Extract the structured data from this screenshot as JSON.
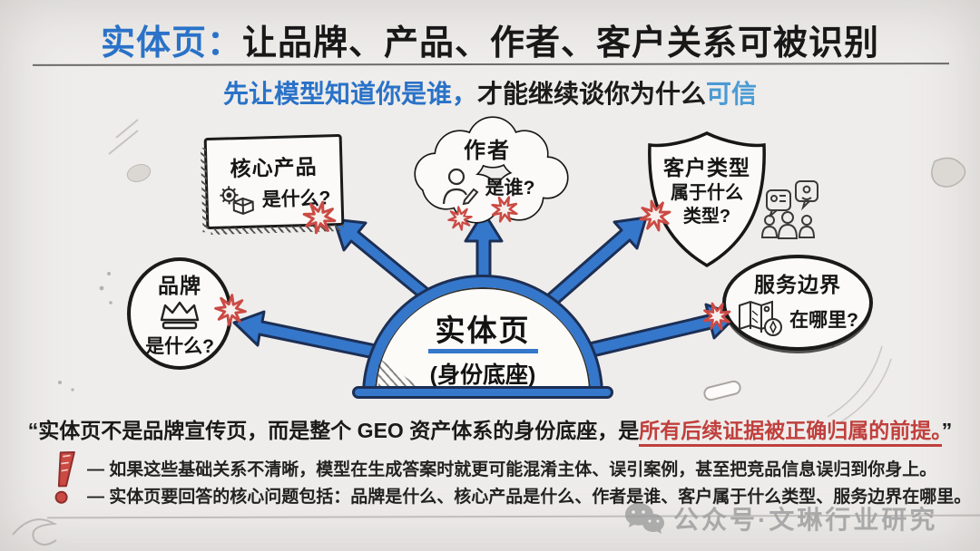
{
  "header": {
    "title_highlight": "实体页：",
    "title_rest": "让品牌、产品、作者、客户关系可被识别",
    "subtitle_blue": "先让模型知道你是谁，",
    "subtitle_black": "才能继续谈你为什么",
    "subtitle_light": "可信"
  },
  "diagram": {
    "center": {
      "title": "实体页",
      "subtitle": "(身份底座)"
    },
    "nodes": [
      {
        "id": "core-product",
        "shape": "rectangle",
        "label": "核心产品",
        "question": "是什么?",
        "icon": "gear-box-icon"
      },
      {
        "id": "author",
        "shape": "cloud",
        "label": "作者",
        "question": "是谁?",
        "icon": "person-writing-icon"
      },
      {
        "id": "customer-type",
        "shape": "shield",
        "label": "客户类型",
        "question": "属于什么类型?",
        "icon": "people-group-icon"
      },
      {
        "id": "brand",
        "shape": "circle",
        "label": "品牌",
        "question": "是什么?",
        "icon": "crown-icon"
      },
      {
        "id": "service-boundary",
        "shape": "ellipse",
        "label": "服务边界",
        "question": "在哪里?",
        "icon": "map-compass-icon"
      }
    ]
  },
  "quote": {
    "normal": "“实体页不是品牌宣传页，而是整个 GEO 资产体系的身份底座，是",
    "highlight": "所有后续证据被正确归属的前提。",
    "close": "”"
  },
  "bullets": [
    "— 如果这些基础关系不清晰，模型在生成答案时就更可能混淆主体、误引案例，甚至把竞品信息误归到你身上。",
    "— 实体页要回答的核心问题包括：品牌是什么、核心产品是什么、作者是谁、客户属于什么类型、服务边界在哪里。"
  ],
  "watermark": {
    "icon": "wechat-icon",
    "text": "公众号·文琳行业研究"
  },
  "colors": {
    "accent_blue": "#2a72c8",
    "light_blue": "#4a9bd4",
    "arrow_blue": "#3577cb",
    "arrow_outline": "#1c2f55",
    "sketch_black": "#1a1a1a",
    "alert_red": "#c0403d",
    "burst_red": "#cf4b45",
    "watermark_gray": "#a3a3a3",
    "background": "#efedeb"
  }
}
